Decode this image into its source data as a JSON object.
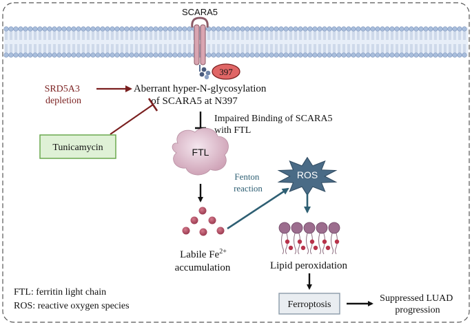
{
  "receptor": {
    "name": "SCARA5",
    "site": "397"
  },
  "nodes": {
    "srd5a3_line1": "SRD5A3",
    "srd5a3_line2": "depletion",
    "glyco_line1": "Aberrant hyper-N-glycosylation",
    "glyco_line2": "of SCARA5 at N397",
    "binding_line1": "Impaired Binding of SCARA5",
    "binding_line2": "with FTL",
    "tunicamycin": "Tunicamycin",
    "ftl": "FTL",
    "ros": "ROS",
    "fenton_line1": "Fenton",
    "fenton_line2": "reaction",
    "fe_label_main": "Labile Fe",
    "fe_label_sup": "2+",
    "fe_line2": "accumulation",
    "lipid": "Lipid peroxidation",
    "ferroptosis": "Ferroptosis",
    "luad_line1": "Suppressed LUAD",
    "luad_line2": "progression"
  },
  "legend": {
    "ftl_def": "FTL: ferritin light chain",
    "ros_def": "ROS: reactive oxygen species"
  },
  "colors": {
    "dark_red": "#7a1f1f",
    "teal": "#2e5f73",
    "membrane": "#a9bedc",
    "ftl_fill": "#e3c6d3",
    "ros_fill": "#4a6b86",
    "tunicamycin_fill": "#dff1d6",
    "tunicamycin_border": "#6aa84f",
    "ferroptosis_fill": "#e9edf1",
    "iron": "#b84e63",
    "site_fill": "#e06666"
  }
}
